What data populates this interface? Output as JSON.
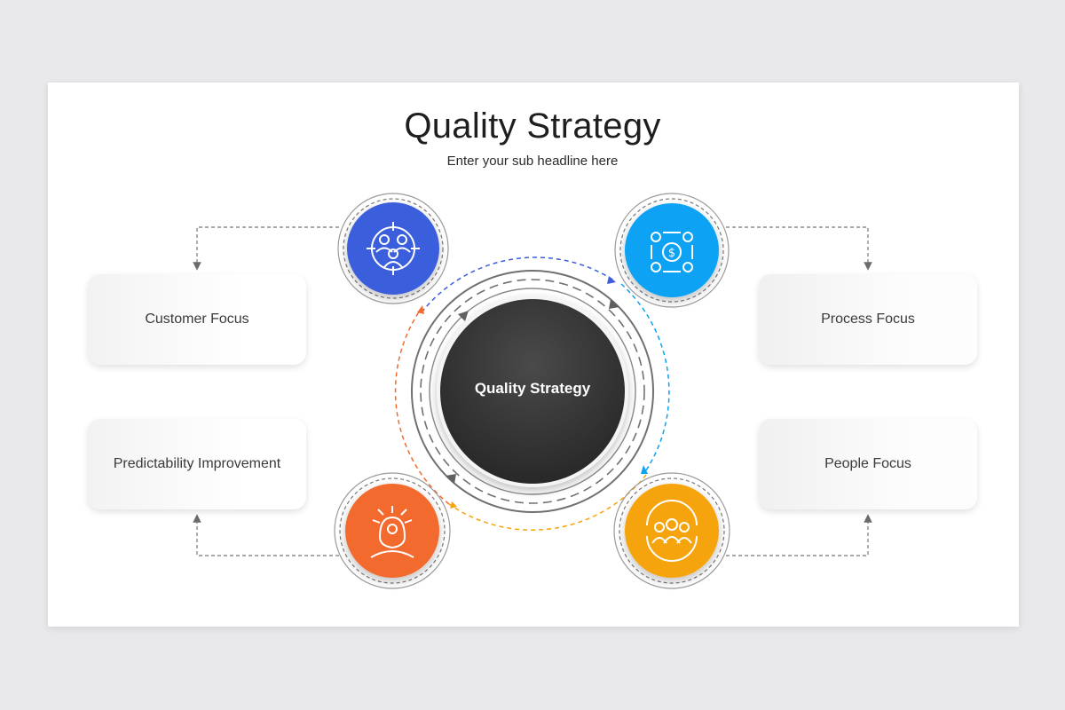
{
  "slide": {
    "title": "Quality Strategy",
    "subtitle": "Enter your sub headline here"
  },
  "center": {
    "label": "Quality Strategy",
    "color": "#3a3a3a"
  },
  "nodes": [
    {
      "id": "customer",
      "label": "Customer Focus",
      "icon": "customer-target-icon",
      "color": "#3b5fdc"
    },
    {
      "id": "process",
      "label": "Process Focus",
      "icon": "process-gears-dollar-icon",
      "color": "#0aa2f3"
    },
    {
      "id": "predictability",
      "label": "Predictability Improvement",
      "icon": "focus-head-icon",
      "color": "#f26a2e"
    },
    {
      "id": "people",
      "label": "People Focus",
      "icon": "team-group-icon",
      "color": "#f6a409"
    }
  ]
}
